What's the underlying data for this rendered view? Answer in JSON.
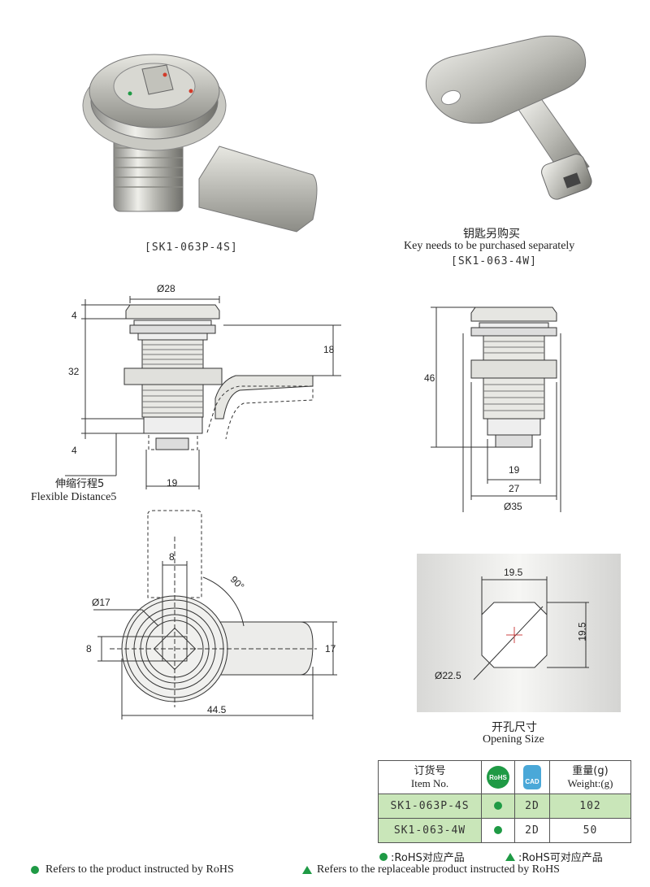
{
  "product": {
    "model_label": "[SK1-063P-4S]"
  },
  "key": {
    "cn_note": "钥匙另购买",
    "en_note": "Key needs to be purchased separately",
    "model_label": "[SK1-063-4W]"
  },
  "side_view": {
    "dims": {
      "d28": "Ø28",
      "h4_top": "4",
      "h32": "32",
      "h18": "18",
      "h4_bot": "4",
      "w19": "19"
    },
    "flex_cn": "伸缩行程5",
    "flex_en": "Flexible Distance5"
  },
  "side_view2": {
    "dims": {
      "h46": "46",
      "w19": "19",
      "w27": "27",
      "d35": "Ø35"
    }
  },
  "top_view": {
    "dims": {
      "w8": "8",
      "angle": "90°",
      "d17": "Ø17",
      "h8": "8",
      "h17": "17",
      "w445": "44.5"
    }
  },
  "opening": {
    "dims": {
      "w": "19.5",
      "h": "19.5",
      "diag": "Ø22.5"
    },
    "cn_label": "开孔尺寸",
    "en_label": "Opening Size"
  },
  "table": {
    "headers": {
      "item_cn": "订货号",
      "item_en": "Item No.",
      "rohs_badge": "RoHS",
      "cad_badge": "CAD",
      "weight_cn": "重量(g)",
      "weight_en": "Weight:(g)"
    },
    "rows": [
      {
        "item": "SK1-063P-4S",
        "cad": "2D",
        "weight": "102"
      },
      {
        "item": "SK1-063-4W",
        "cad": "2D",
        "weight": "50"
      }
    ]
  },
  "legend": {
    "rohs_cn": ":RoHS对应产品",
    "rohs_replace_cn": ":RoHS可对应产品"
  },
  "footer": {
    "rohs_en": "Refers to the product instructed by RoHS",
    "replace_en": "Refers to the replaceable product instructed by RoHS"
  },
  "colors": {
    "rohs_green": "#1f9a45",
    "highlight_row": "#c9e6b9",
    "cad_blue": "#4aa8d8"
  }
}
